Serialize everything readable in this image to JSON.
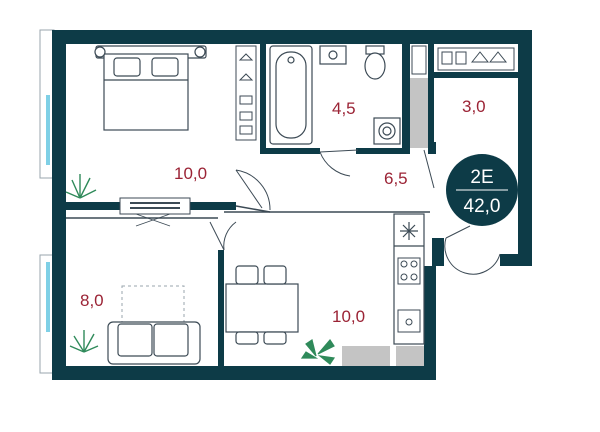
{
  "colors": {
    "wall": "#0d3b47",
    "area_text": "#9b2335",
    "fixture": "#7a8a96",
    "fixture_dark": "#3c4a55",
    "plant": "#2f8a5a",
    "window": "#7fd0e6",
    "gray_fill": "#c4c4c4",
    "badge_bg": "#0d3b47"
  },
  "rooms": [
    {
      "id": "bedroom",
      "area": "10,0"
    },
    {
      "id": "bathroom",
      "area": "4,5"
    },
    {
      "id": "wardrobe",
      "area": "3,0"
    },
    {
      "id": "hallway",
      "area": "6,5"
    },
    {
      "id": "room",
      "area": "8,0"
    },
    {
      "id": "kitchen",
      "area": "10,0"
    }
  ],
  "badge": {
    "type": "2E",
    "total_area": "42,0"
  },
  "icons": {
    "bed": "bed-icon",
    "bathtub": "bathtub-icon",
    "toilet": "toilet-icon",
    "sink": "sink-icon",
    "washer": "washing-machine-icon",
    "hangers": "hanger-icon",
    "plant": "plant-icon",
    "sofa": "sofa-icon",
    "table": "dining-table-icon",
    "fridge": "snowflake-icon",
    "stove": "stove-icon"
  }
}
